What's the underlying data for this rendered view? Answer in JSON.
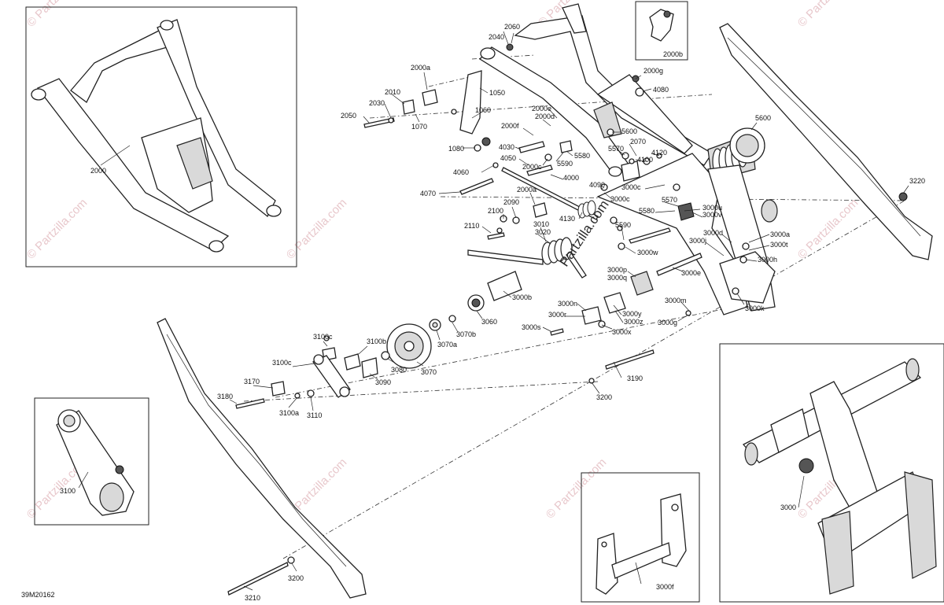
{
  "diagram_code": "39M20162",
  "watermark_main": "Partzilla.com",
  "watermark_tile": "© Partzilla.com",
  "labels": {
    "l2000": "2000",
    "l2000b": "2000b",
    "l2060": "2060",
    "l2040": "2040",
    "l2000a_1": "2000a",
    "l1050": "1050",
    "l2010": "2010",
    "l2030": "2030",
    "l2050": "2050",
    "l1070": "1070",
    "l1060": "1060",
    "l1080": "1080",
    "l2000d": "2000d",
    "l2000e": "2000e",
    "l2000f": "2000f",
    "l4030": "4030",
    "l4050": "4050",
    "l2000c_1": "2000c",
    "l5590_1": "5590",
    "l5580_1": "5580",
    "l5570_1": "5570",
    "l5600_1": "5600",
    "l2070": "2070",
    "l4120": "4120",
    "l4100": "4100",
    "l2000g": "2000g",
    "l4080": "4080",
    "l5600_2": "5600",
    "l3220": "3220",
    "l4060": "4060",
    "l4070": "4070",
    "l4000": "4000",
    "l4090": "4090",
    "l3000c_1": "3000c",
    "l3000c_2": "3000c",
    "l2000a_2": "2000a",
    "l2090": "2090",
    "l2100": "2100",
    "l2110": "2110",
    "l3010": "3010",
    "l3020": "3020",
    "l4130": "4130",
    "l5570_2": "5570",
    "l5580_2": "5580",
    "l3000v": "3000v",
    "l3000u": "3000u",
    "l5590_2": "5590",
    "l3000d": "3000d",
    "l3000a": "3000a",
    "l3000j": "3000j",
    "l3000t": "3000t",
    "l3000w": "3000w",
    "l3000h": "3000h",
    "l3000p": "3000p",
    "l3000q": "3000q",
    "l3000e": "3000e",
    "l3000b": "3000b",
    "l3000m": "3000m",
    "l3000k": "3000k",
    "l3000n": "3000n",
    "l3000r": "3000r",
    "l3000y": "3000y",
    "l3000z": "3000z",
    "l3000g": "3000g",
    "l3000s": "3000s",
    "l3000x": "3000x",
    "l3060": "3060",
    "l3070b": "3070b",
    "l3070a": "3070a",
    "l3070": "3070",
    "l3080": "3080",
    "l3090": "3090",
    "l3100c": "3100c",
    "l3100b": "3100b",
    "l3100c_2": "3100c",
    "l3170": "3170",
    "l3180": "3180",
    "l3100a": "3100a",
    "l3110": "3110",
    "l3190": "3190",
    "l3200_1": "3200",
    "l3200_2": "3200",
    "l3210": "3210",
    "l3100": "3100",
    "l3000": "3000",
    "l3000f": "3000f"
  }
}
